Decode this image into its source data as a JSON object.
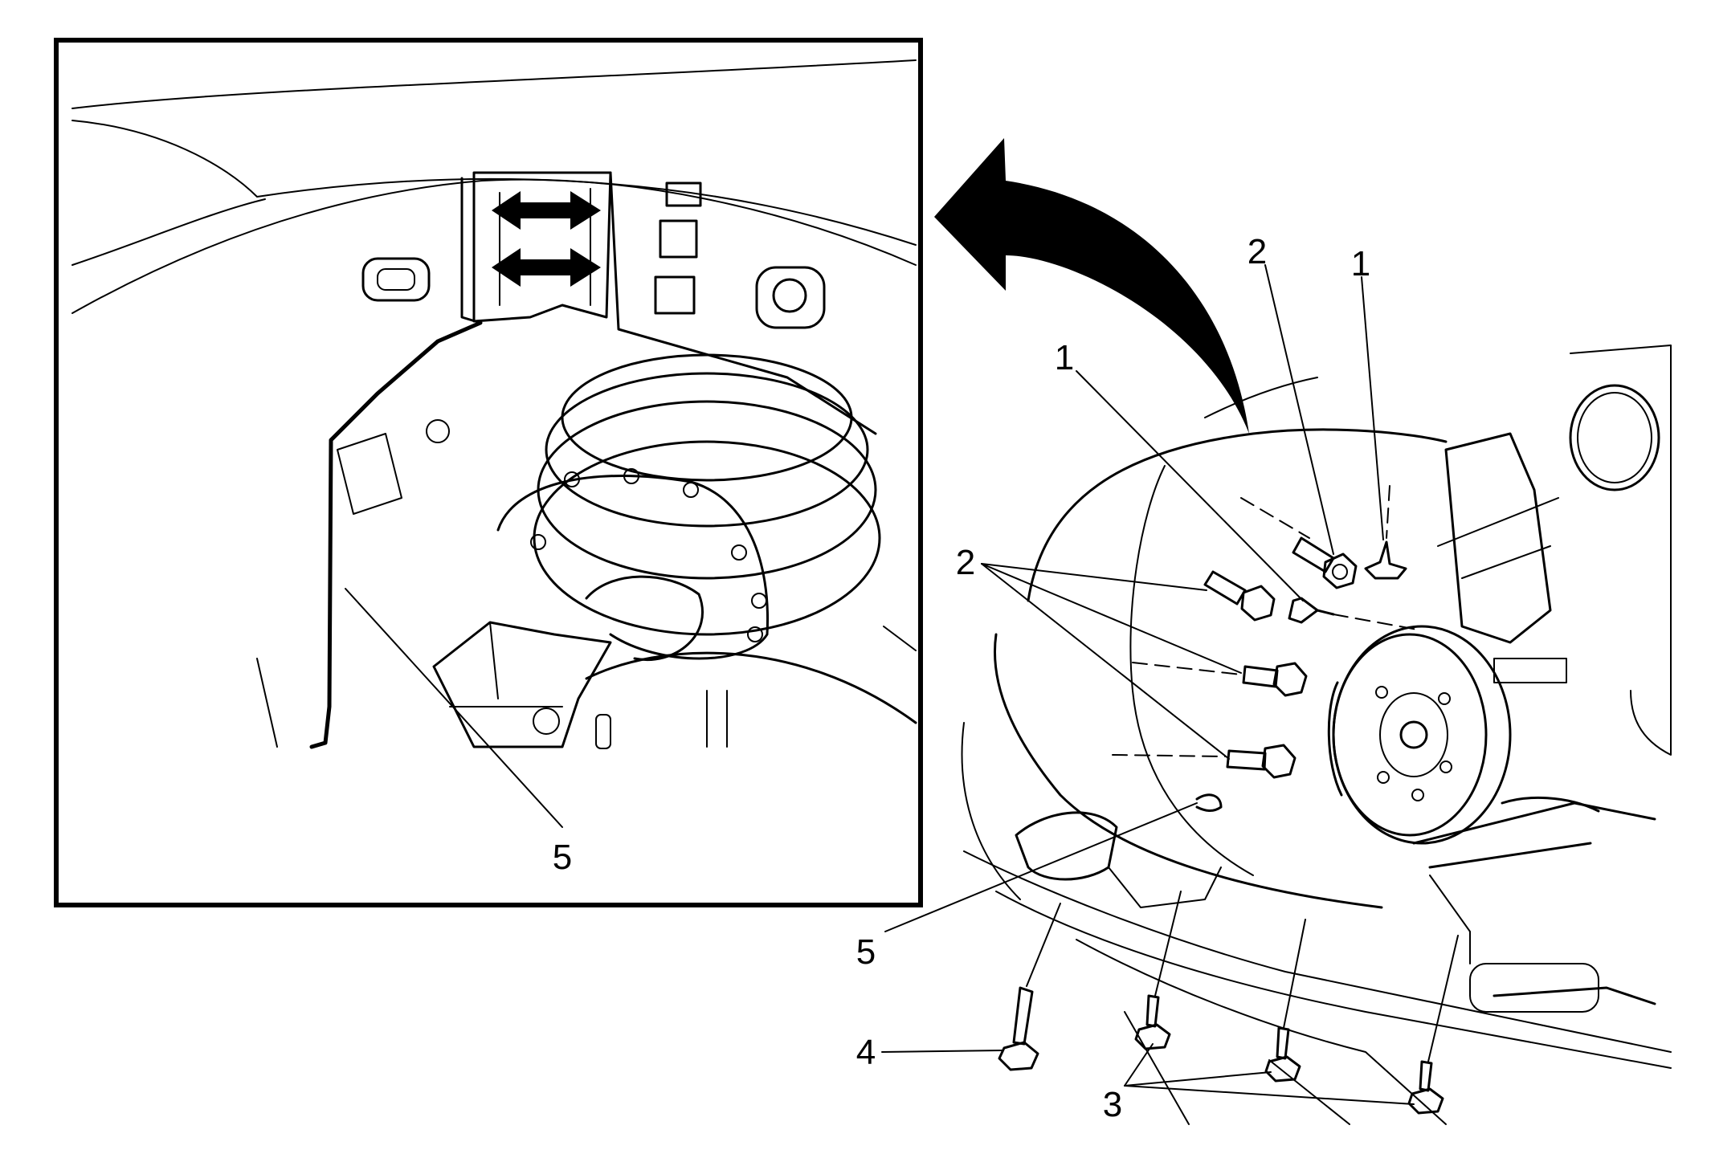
{
  "callouts": {
    "inset_5": "5",
    "main_1_left": "1",
    "main_1_right": "1",
    "main_2_top": "2",
    "main_2_group": "2",
    "main_3": "3",
    "main_4": "4",
    "main_5": "5"
  },
  "colors": {
    "ink": "#000000",
    "background": "#ffffff"
  },
  "icons": {
    "move_arrows": "double-headed-arrow",
    "direction_arrow": "curved-arrow"
  }
}
